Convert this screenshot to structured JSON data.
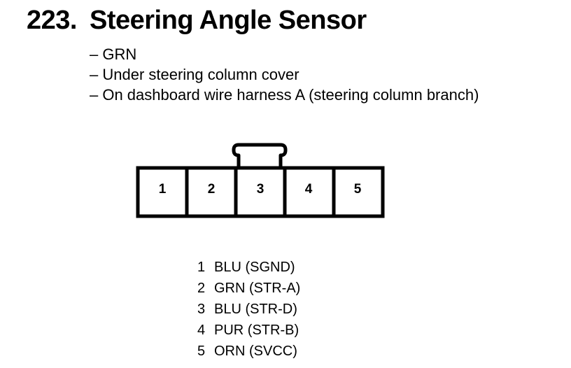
{
  "component": {
    "number": "223.",
    "name": "Steering Angle Sensor"
  },
  "details": [
    "– GRN",
    "– Under steering column cover",
    "– On dashboard wire harness A (steering column branch)"
  ],
  "connector": {
    "terminals": [
      "1",
      "2",
      "3",
      "4",
      "5"
    ]
  },
  "pinout": [
    {
      "pin": "1",
      "wire": "BLU (SGND)"
    },
    {
      "pin": "2",
      "wire": "GRN (STR-A)"
    },
    {
      "pin": "3",
      "wire": "BLU (STR-D)"
    },
    {
      "pin": "4",
      "wire": "PUR (STR-B)"
    },
    {
      "pin": "5",
      "wire": "ORN (SVCC)"
    }
  ]
}
